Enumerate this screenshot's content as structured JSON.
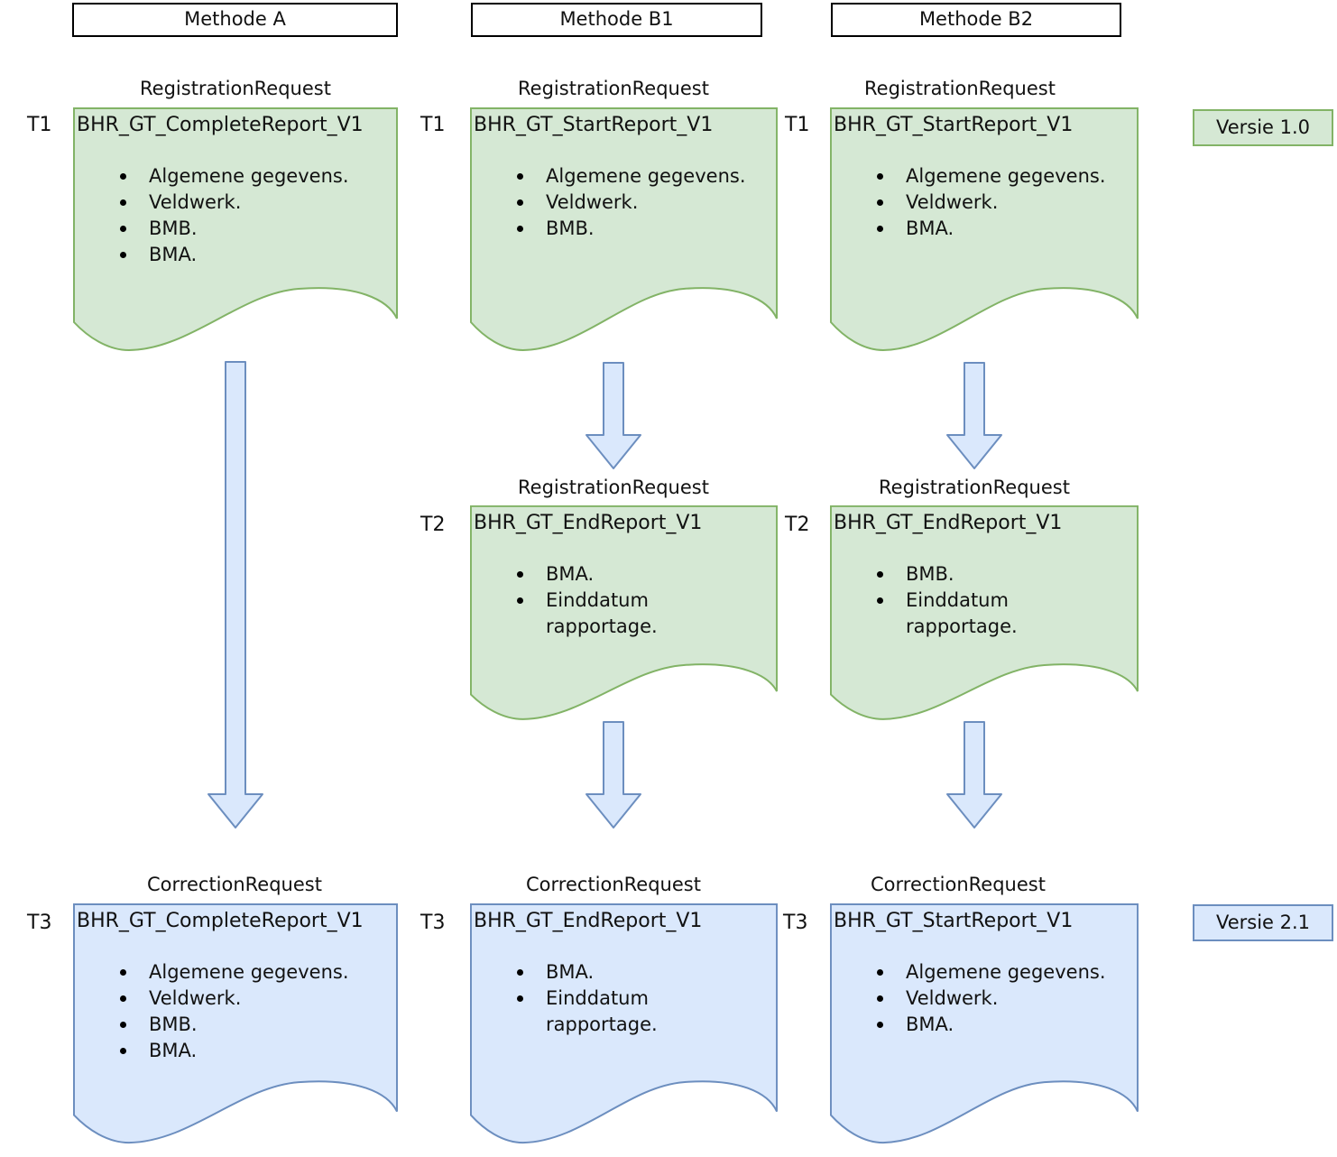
{
  "colors": {
    "green_fill": "#d5e8d4",
    "green_stroke": "#82b366",
    "blue_fill": "#dae8fc",
    "blue_stroke": "#6c8ebf",
    "header_border": "#000000",
    "text": "#111111"
  },
  "headers": [
    {
      "label": "Methode A"
    },
    {
      "label": "Methode B1"
    },
    {
      "label": "Methode B2"
    }
  ],
  "version_badges": [
    {
      "label": "Versie 1.0",
      "theme": "green"
    },
    {
      "label": "Versie 2.1",
      "theme": "blue"
    }
  ],
  "documents": {
    "a_t1": {
      "request_type": "RegistrationRequest",
      "time_label": "T1",
      "title": "BHR_GT_CompleteReport_V1",
      "items": [
        "Algemene gegevens.",
        "Veldwerk.",
        "BMB.",
        "BMA."
      ]
    },
    "b1_t1": {
      "request_type": "RegistrationRequest",
      "time_label": "T1",
      "title": "BHR_GT_StartReport_V1",
      "items": [
        "Algemene gegevens.",
        "Veldwerk.",
        "BMB."
      ]
    },
    "b2_t1": {
      "request_type": "RegistrationRequest",
      "time_label": "T1",
      "title": "BHR_GT_StartReport_V1",
      "items": [
        "Algemene gegevens.",
        "Veldwerk.",
        "BMA."
      ]
    },
    "b1_t2": {
      "request_type": "RegistrationRequest",
      "time_label": "T2",
      "title": "BHR_GT_EndReport_V1",
      "items": [
        "BMA.",
        "Einddatum\nrapportage."
      ]
    },
    "b2_t2": {
      "request_type": "RegistrationRequest",
      "time_label": "T2",
      "title": "BHR_GT_EndReport_V1",
      "items": [
        "BMB.",
        "Einddatum\nrapportage."
      ]
    },
    "a_t3": {
      "request_type": "CorrectionRequest",
      "time_label": "T3",
      "title": "BHR_GT_CompleteReport_V1",
      "items": [
        "Algemene gegevens.",
        "Veldwerk.",
        "BMB.",
        "BMA."
      ]
    },
    "b1_t3": {
      "request_type": "CorrectionRequest",
      "time_label": "T3",
      "title": "BHR_GT_EndReport_V1",
      "items": [
        "BMA.",
        "Einddatum\nrapportage."
      ]
    },
    "b2_t3": {
      "request_type": "CorrectionRequest",
      "time_label": "T3",
      "title": "BHR_GT_StartReport_V1",
      "items": [
        "Algemene gegevens.",
        "Veldwerk.",
        "BMA."
      ]
    }
  }
}
